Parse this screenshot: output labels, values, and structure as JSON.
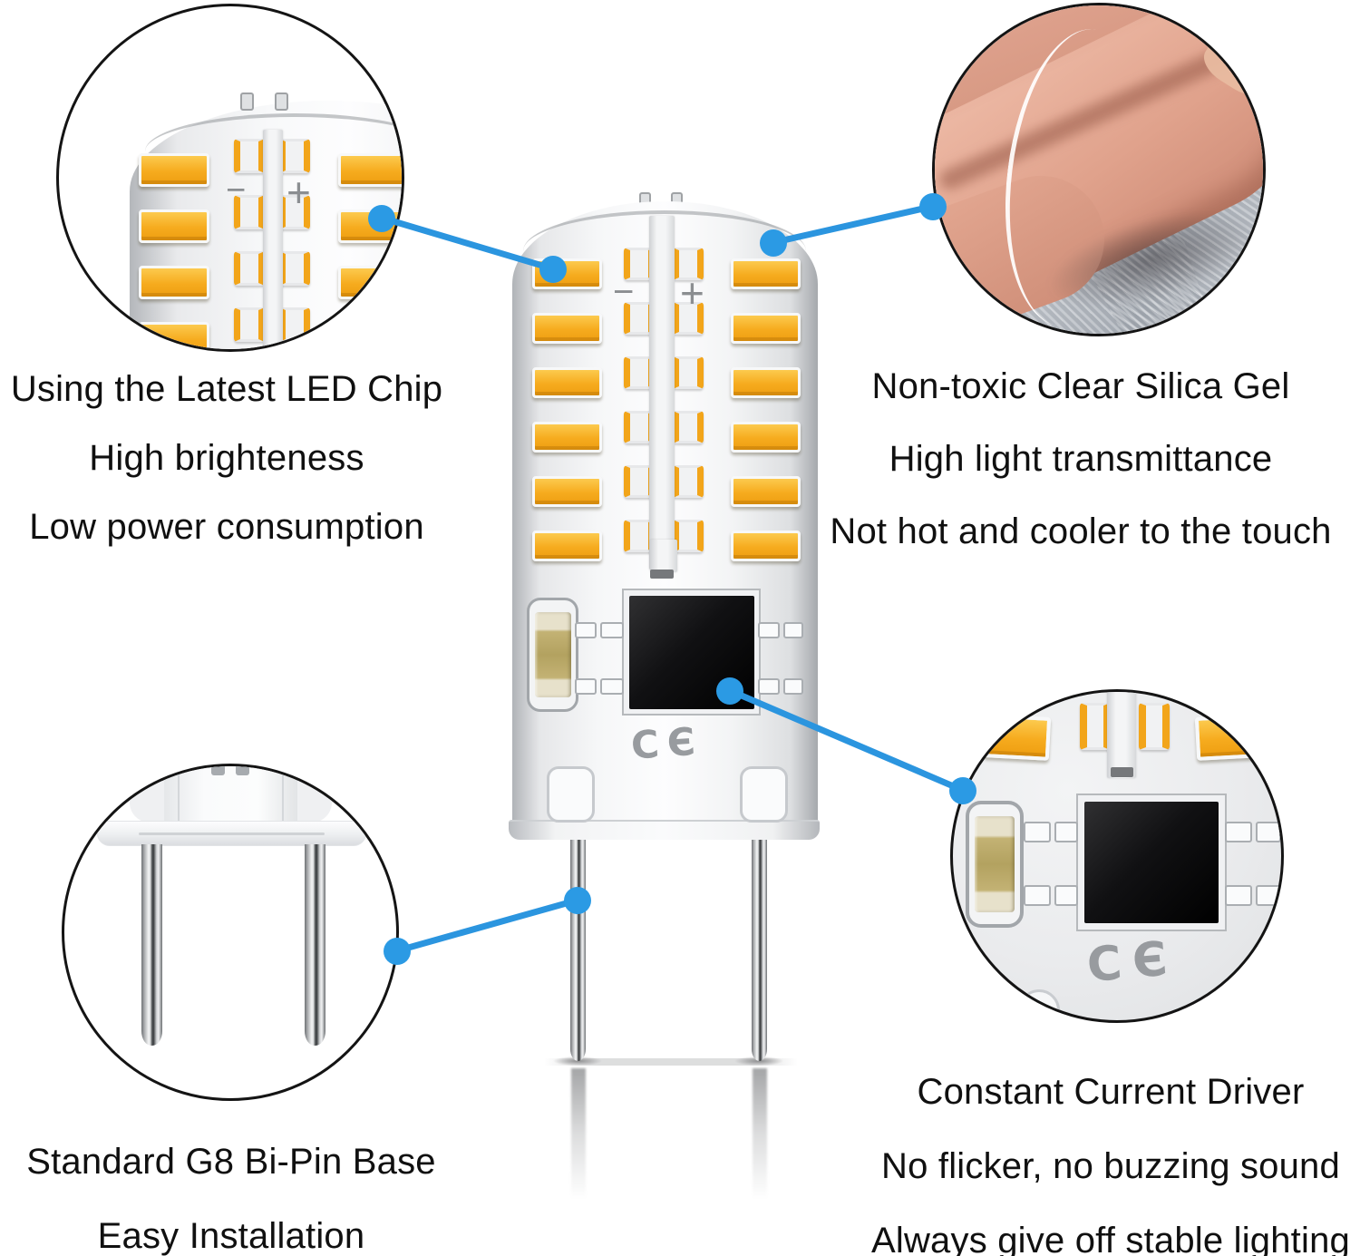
{
  "colors": {
    "accent_blue": "#2B95DF",
    "led_orange": "#F3A81C",
    "body_gray": "#ECEDEF",
    "text_color": "#101010",
    "ce_gray": "#939699"
  },
  "callouts": {
    "led_chip": {
      "line1": "Using the Latest LED Chip",
      "line2": "High brighteness",
      "line3": "Low power consumption"
    },
    "silica_gel": {
      "line1": "Non-toxic Clear Silica Gel",
      "line2": "High light transmittance",
      "line3": "Not hot and cooler to the touch"
    },
    "base": {
      "line1": "Standard G8 Bi-Pin Base",
      "line2": "Easy Installation"
    },
    "driver": {
      "line1": "Constant Current Driver",
      "line2": "No flicker, no buzzing sound",
      "line3": "Always give off stable lighting"
    }
  },
  "bulb": {
    "minus_mark": "−",
    "plus_mark": "+",
    "ce_mark": "CЄ"
  }
}
